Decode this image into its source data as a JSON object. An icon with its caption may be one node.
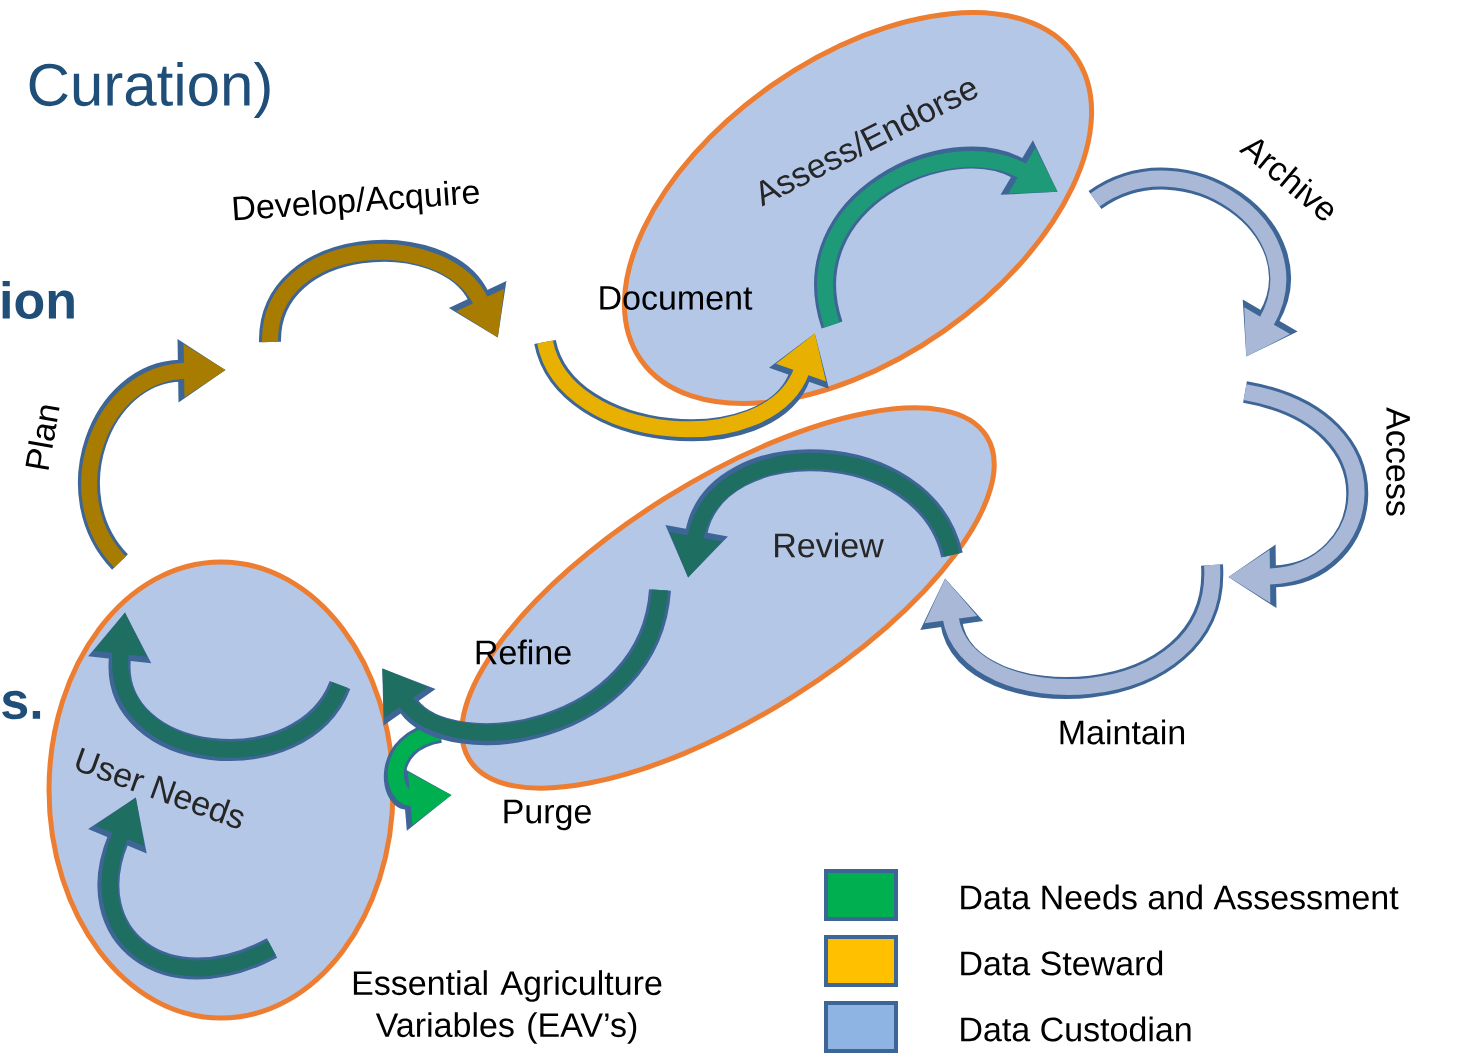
{
  "diagram": {
    "nodes": [
      {
        "text": [
          "Assess/Endorse"
        ]
      },
      {
        "text": [
          "Review"
        ]
      },
      {
        "text": [
          "User Needs"
        ]
      }
    ],
    "edges": [
      {
        "from": 1,
        "to": 2,
        "arrow": "to"
      }
    ],
    "labels": [
      "Curation)",
      "Develop/Acquire",
      "ion",
      "Document",
      "Archive",
      "Plan",
      "Access",
      "s.",
      "Refine",
      "Maintain",
      "Purge",
      "Essential Agriculture Variables (EAV’s)"
    ],
    "legend": [
      {
        "text": "Data Needs and Assessment",
        "color": "#00b050"
      },
      {
        "text": "Data Steward",
        "color": "#ffc000"
      },
      {
        "text": "Data Custodian",
        "color": "#8eb4e3"
      }
    ]
  }
}
